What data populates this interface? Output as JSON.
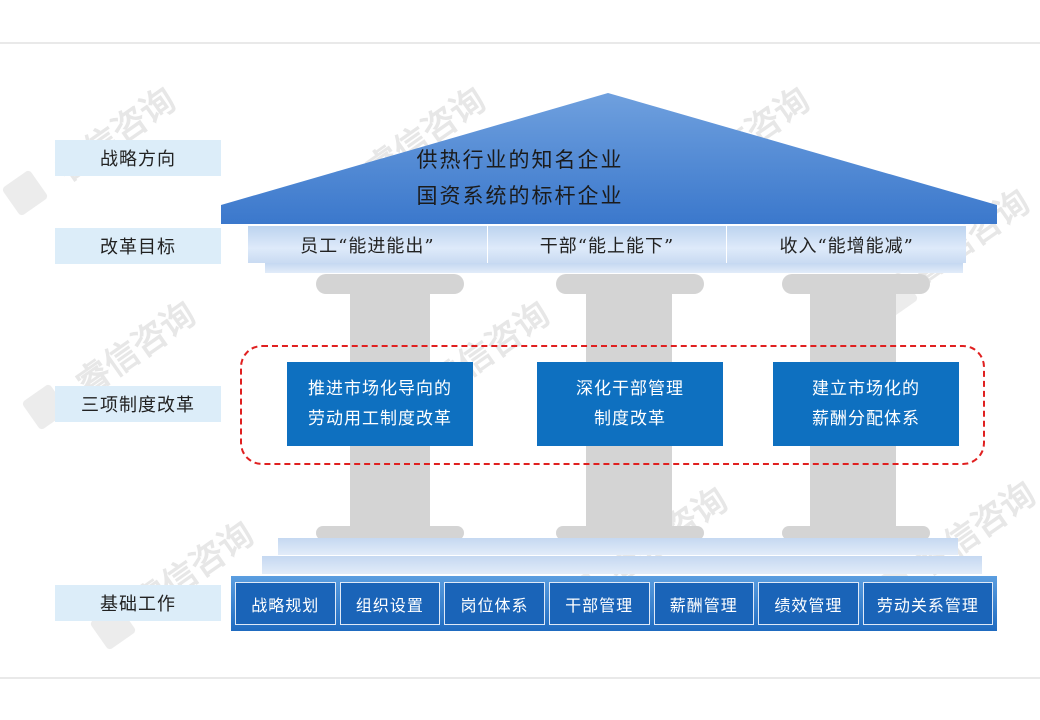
{
  "labels": {
    "strategy": "战略方向",
    "goal": "改革目标",
    "reform": "三项制度改革",
    "foundation": "基础工作"
  },
  "roof": {
    "line1": "供热行业的知名企业",
    "line2": "国资系统的标杆企业"
  },
  "goals": [
    "员工“能进能出”",
    "干部“能上能下”",
    "收入“能增能减”"
  ],
  "reforms": [
    {
      "line1": "推进市场化导向的",
      "line2": "劳动用工制度改革"
    },
    {
      "line1": "深化干部管理",
      "line2": "制度改革"
    },
    {
      "line1": "建立市场化的",
      "line2": "薪酬分配体系"
    }
  ],
  "foundation_items": [
    "战略规划",
    "组织设置",
    "岗位体系",
    "干部管理",
    "薪酬管理",
    "绩效管理",
    "劳动关系管理"
  ],
  "watermark": "睿信咨询",
  "colors": {
    "roof": "#4a86d4",
    "reform_box": "#0e70c0",
    "dash_border": "#e02020",
    "label_bg": "#dcedf9",
    "pillar": "#d4d4d4"
  }
}
